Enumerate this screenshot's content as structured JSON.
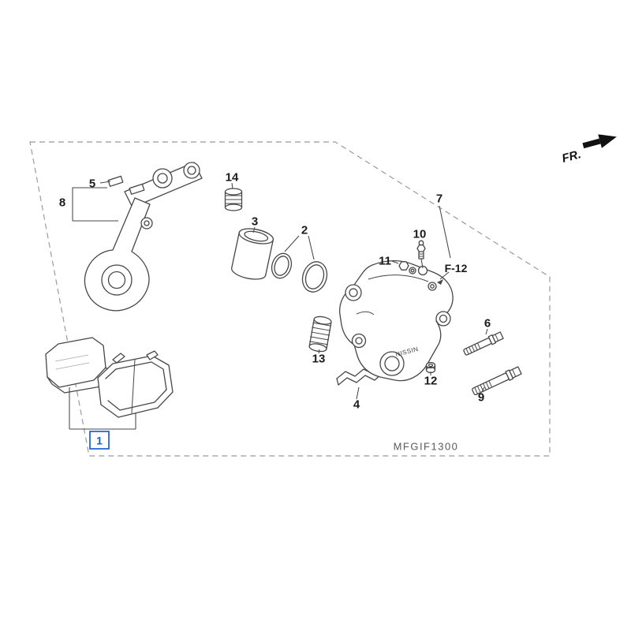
{
  "diagram": {
    "code": "MFGIF1300",
    "fr_label": "FR.",
    "f12_ref": "F-12",
    "caliper_mark": "NISSIN",
    "colors": {
      "line": "#474747",
      "label": "#1b1b1b",
      "frame": "#9b9b9b",
      "highlight": "#1a5fd0",
      "background": "#ffffff"
    }
  },
  "parts": [
    {
      "number": "1",
      "name": "brake-pad-set",
      "highlighted": true
    },
    {
      "number": "2",
      "name": "piston-seal-set",
      "highlighted": false
    },
    {
      "number": "3",
      "name": "caliper-piston",
      "highlighted": false
    },
    {
      "number": "4",
      "name": "pad-spring",
      "highlighted": false
    },
    {
      "number": "5",
      "name": "pad-retainer-clip",
      "highlighted": false
    },
    {
      "number": "6",
      "name": "slide-pin-bolt-upper",
      "highlighted": false
    },
    {
      "number": "7",
      "name": "caliper-sub-assembly",
      "highlighted": false
    },
    {
      "number": "8",
      "name": "bracket-sub-assembly",
      "highlighted": false
    },
    {
      "number": "9",
      "name": "slide-pin-bolt-lower",
      "highlighted": false
    },
    {
      "number": "10",
      "name": "bleeder-valve",
      "highlighted": false
    },
    {
      "number": "11",
      "name": "oil-bolt",
      "highlighted": false
    },
    {
      "number": "12",
      "name": "pin-boot-clip",
      "highlighted": false
    },
    {
      "number": "13",
      "name": "pin-boot",
      "highlighted": false
    },
    {
      "number": "14",
      "name": "piston-boot",
      "highlighted": false
    }
  ]
}
